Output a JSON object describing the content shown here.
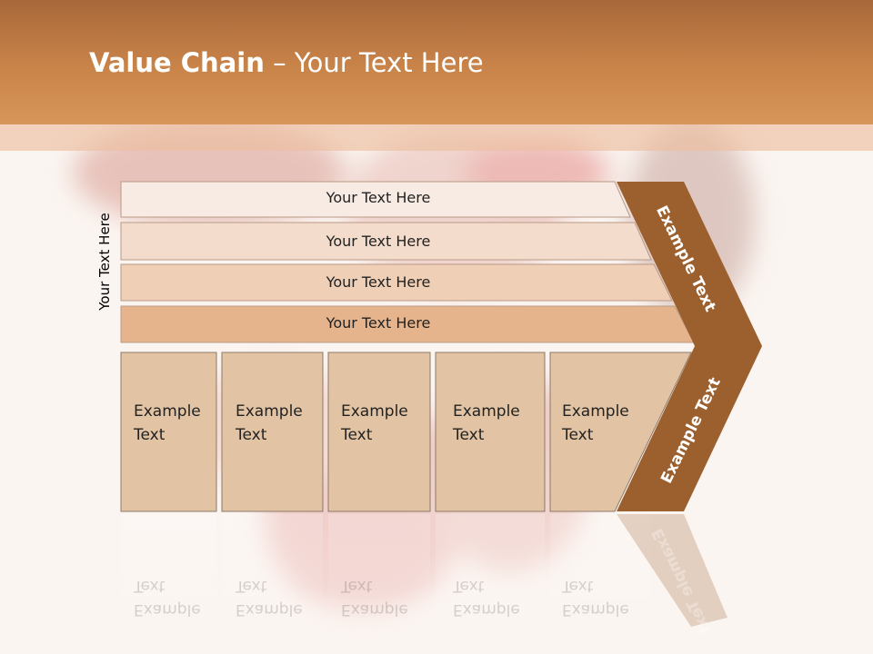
{
  "slide": {
    "title_bold": "Value Chain",
    "title_rest": " – Your Text Here",
    "vertical_label": "Your Text Here"
  },
  "rows": [
    {
      "label": "Your Text Here",
      "fill": "#f8ebe3"
    },
    {
      "label": "Your Text Here",
      "fill": "#f3dccb"
    },
    {
      "label": "Your Text Here",
      "fill": "#efcfb5"
    },
    {
      "label": "Your Text Here",
      "fill": "#e6b48c"
    }
  ],
  "cells": [
    {
      "line1": "Example",
      "line2": "Text"
    },
    {
      "line1": "Example",
      "line2": "Text"
    },
    {
      "line1": "Example",
      "line2": "Text"
    },
    {
      "line1": "Example",
      "line2": "Text"
    },
    {
      "line1": "Example",
      "line2": "Text"
    }
  ],
  "chevron": {
    "top_label": "Example Text",
    "bottom_label": "Example Text",
    "fill": "#9c5f2e"
  },
  "colors": {
    "header": "#c98449",
    "cell_fill": "#e2c4a4",
    "cell_stroke": "#8c7a6a"
  }
}
